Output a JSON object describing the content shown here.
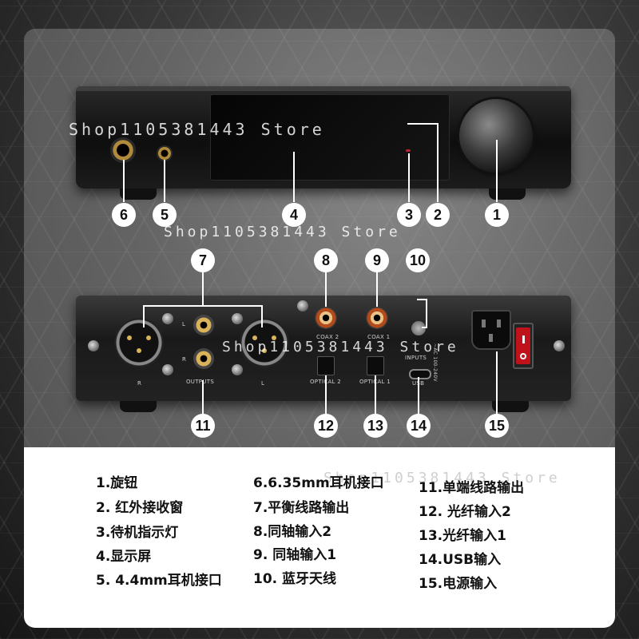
{
  "watermark": "Shop1105381443 Store",
  "front_callouts": [
    "6",
    "5",
    "4",
    "3",
    "2",
    "1"
  ],
  "rear_callouts_top": [
    "7",
    "8",
    "9",
    "10"
  ],
  "rear_callouts_bottom": [
    "11",
    "12",
    "13",
    "14",
    "15"
  ],
  "rear_labels": {
    "r": "R",
    "l": "L",
    "outputs": "OUTPUTS",
    "out_l": "L",
    "out_r": "R",
    "coax2": "COAX 2",
    "coax1": "COAX 1",
    "optical2": "OPTICAL 2",
    "optical1": "OPTICAL 1",
    "inputs": "INPUTS",
    "usb": "USB",
    "ac": "~AC 100-240V"
  },
  "legend": {
    "col1": [
      "1.旋钮",
      "2. 红外接收窗",
      "3.待机指示灯",
      "4.显示屏",
      "5. 4.4mm耳机接口"
    ],
    "col2": [
      "6.6.35mm耳机接口",
      "7.平衡线路输出",
      "8.同轴输入2",
      "9. 同轴输入1",
      "10. 蓝牙天线"
    ],
    "col3": [
      "11.单端线路输出",
      "12. 光纤输入2",
      "13.光纤输入1",
      "14.USB输入",
      "15.电源输入"
    ]
  }
}
